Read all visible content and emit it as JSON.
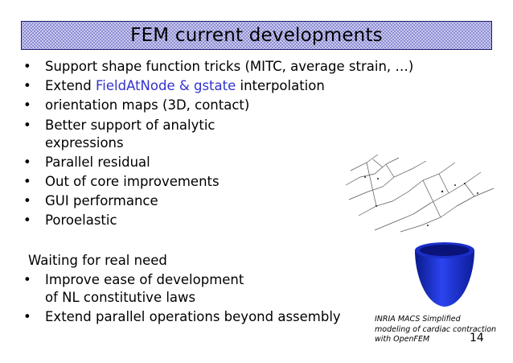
{
  "title": "FEM current developments",
  "bullets": [
    {
      "text": "Support shape function tricks (MITC, average strain, …)"
    },
    {
      "pre": "Extend ",
      "highlight": "FieldAtNode & gstate",
      "post": " interpolation"
    },
    {
      "text": "orientation maps (3D, contact)"
    },
    {
      "line1": "Better support of analytic",
      "line2": "expressions"
    },
    {
      "text": "Parallel residual"
    },
    {
      "text": "Out of core improvements"
    },
    {
      "text": "GUI performance"
    },
    {
      "text": "Poroelastic"
    }
  ],
  "section_heading": "Waiting for real need",
  "bullets2": [
    {
      "line1": "Improve ease of development",
      "line2": "of NL constitutive laws"
    },
    {
      "text": "Extend parallel operations beyond assembly"
    }
  ],
  "caption": {
    "line1": "INRIA MACS Simplified",
    "line2": "modeling of cardiac contraction",
    "line3": "with OpenFEM"
  },
  "page_number": "14",
  "bullet_char": "•",
  "colors": {
    "title_bg": "#c9c9ee",
    "highlight": "#3333cc",
    "cup": "#1a30d8"
  }
}
